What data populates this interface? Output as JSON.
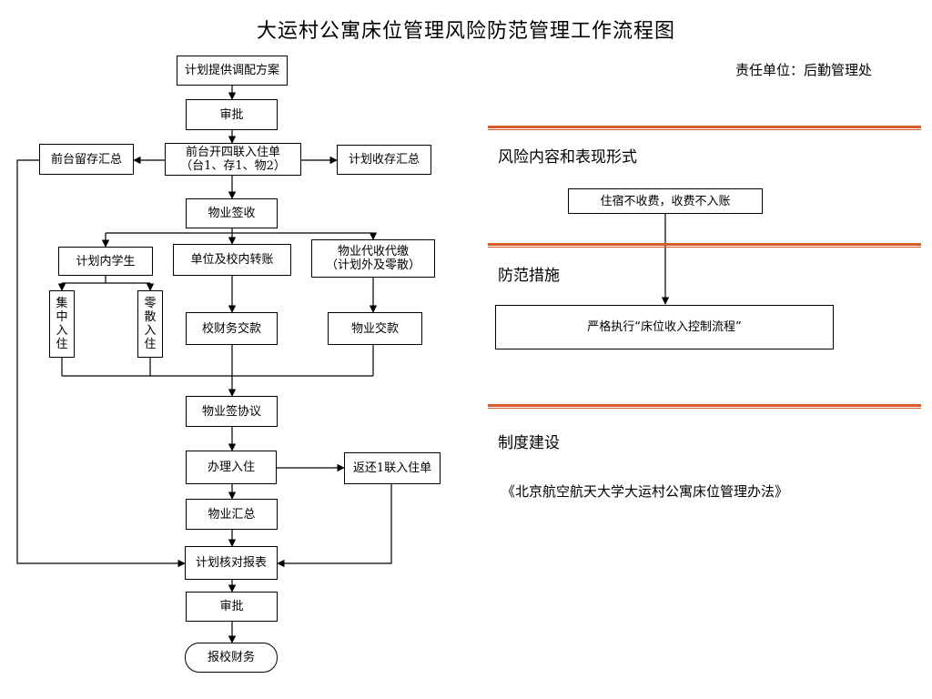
{
  "title": "大运村公寓床位管理风险防范管理工作流程图",
  "responsible": "责任单位：后勤管理处",
  "flow": {
    "plan_offer": "计划提供调配方案",
    "approve1": "审批",
    "front_desk": "前台开四联入住单\n（台1、存1、物2）",
    "front_keep": "前台留存汇总",
    "plan_keep": "计划收存汇总",
    "property_sign": "物业签收",
    "plan_inner": "计划内学生",
    "unit_transfer": "单位及校内转账",
    "property_collect": "物业代收代缴\n（计划外及零散）",
    "group_stay": [
      "集",
      "中",
      "入",
      "住"
    ],
    "scatter_stay": [
      "零",
      "散",
      "入",
      "住"
    ],
    "finance_pay": "校财务交款",
    "property_pay": "物业交款",
    "property_agreement": "物业签协议",
    "checkin": "办理入住",
    "return_form": "返还1联入住单",
    "property_summary": "物业汇总",
    "plan_check": "计划核对报表",
    "approve2": "审批",
    "report_finance": "报校财务"
  },
  "risk": {
    "heading": "风险内容和表现形式",
    "item": "住宿不收费，收费不入账"
  },
  "measures": {
    "heading": "防范措施",
    "item": "严格执行“床位收入控制流程”"
  },
  "system": {
    "heading": "制度建设",
    "item": "《北京航空航天大学大运村公寓床位管理办法》"
  },
  "colors": {
    "accent_rule": "#d95b2a"
  }
}
